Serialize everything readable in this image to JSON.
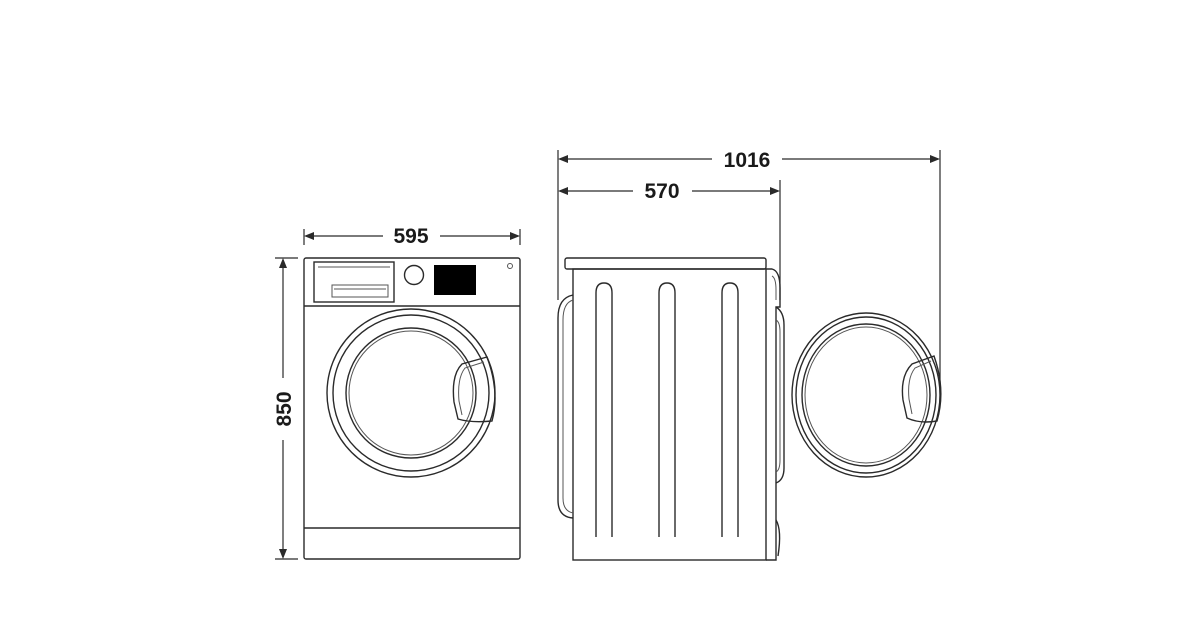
{
  "dimensions": {
    "width": "595",
    "height": "850",
    "depth": "570",
    "depth_door_open": "1016"
  },
  "colors": {
    "line": "#2a2a2a",
    "display": "#000000",
    "background": "#ffffff"
  }
}
